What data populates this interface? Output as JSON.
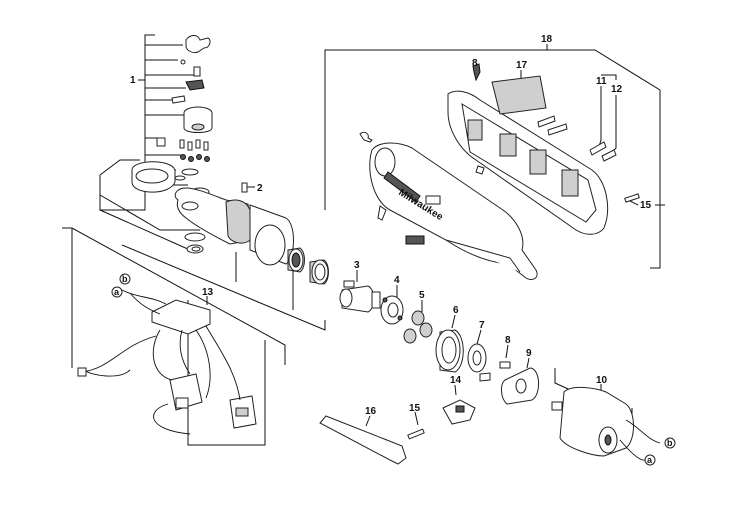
{
  "callouts": {
    "c1": "1",
    "c2": "2",
    "c3": "3",
    "c4": "4",
    "c5": "5",
    "c6": "6",
    "c7": "7",
    "c8a": "8",
    "c8b": "8",
    "c9": "9",
    "c10": "10",
    "c11": "11",
    "c12": "12",
    "c13": "13",
    "c14": "14",
    "c15a": "15",
    "c15b": "15",
    "c16": "16",
    "c17": "17",
    "c18": "18"
  },
  "wire_labels": {
    "a_left": "a",
    "b_left": "b",
    "a_right": "a",
    "b_right": "b"
  },
  "brand_mark": "Milwaukee"
}
